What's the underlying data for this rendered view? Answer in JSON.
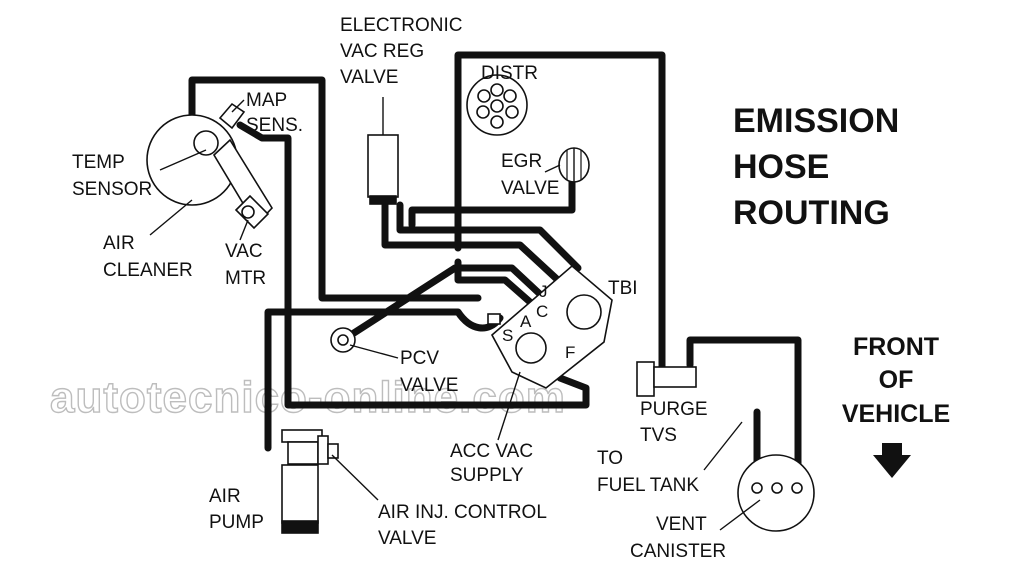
{
  "title": {
    "line1": "EMISSION",
    "line2": "HOSE",
    "line3": "ROUTING"
  },
  "front": {
    "line1": "FRONT",
    "line2": "OF",
    "line3": "VEHICLE"
  },
  "labels": {
    "evrv_line1": "ELECTRONIC",
    "evrv_line2": "VAC REG",
    "evrv_line3": "VALVE",
    "distr": "DISTR",
    "map_line1": "MAP",
    "map_line2": "SENS.",
    "temp_line1": "TEMP",
    "temp_line2": "SENSOR",
    "air_cleaner_line1": "AIR",
    "air_cleaner_line2": "CLEANER",
    "vac_mtr_line1": "VAC",
    "vac_mtr_line2": "MTR",
    "egr_line1": "EGR",
    "egr_line2": "VALVE",
    "tbi": "TBI",
    "pcv_line1": "PCV",
    "pcv_line2": "VALVE",
    "acc_line1": "ACC VAC",
    "acc_line2": "SUPPLY",
    "air_pump_line1": "AIR",
    "air_pump_line2": "PUMP",
    "air_inj_line1": "AIR INJ. CONTROL",
    "air_inj_line2": "VALVE",
    "purge_line1": "PURGE",
    "purge_line2": "TVS",
    "fuel_line1": "TO",
    "fuel_line2": "FUEL TANK",
    "vent": "VENT",
    "canister": "CANISTER"
  },
  "tbi_ports": {
    "j": "J",
    "c": "C",
    "a": "A",
    "s": "S",
    "f": "F"
  },
  "watermark": "autotecnico-online.com",
  "icons": {
    "front_arrow": "arrow-down-icon"
  }
}
